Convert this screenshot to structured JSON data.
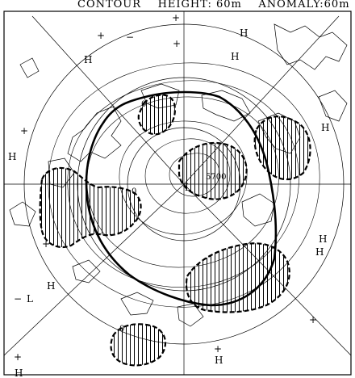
{
  "header": {
    "text": "CONTOUR    HEIGHT: 60m    ANOMALY:60m"
  },
  "markers": {
    "high": "H",
    "low": "L",
    "plus": "+",
    "minus": "−"
  },
  "labels": {
    "zero": "0",
    "lbl_5700": "5700"
  }
}
